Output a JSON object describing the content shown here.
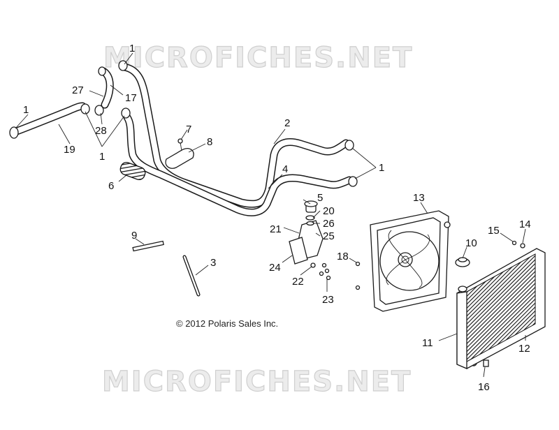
{
  "watermark_top": "MICROFICHES.NET",
  "watermark_bottom": "MICROFICHES.NET",
  "copyright": "© 2012 Polaris Sales Inc.",
  "callouts": [
    {
      "id": "c1a",
      "text": "1"
    },
    {
      "id": "c1b",
      "text": "1"
    },
    {
      "id": "c1c",
      "text": "1"
    },
    {
      "id": "c1d",
      "text": "1"
    },
    {
      "id": "c2",
      "text": "2"
    },
    {
      "id": "c3",
      "text": "3"
    },
    {
      "id": "c4",
      "text": "4"
    },
    {
      "id": "c5",
      "text": "5"
    },
    {
      "id": "c6",
      "text": "6"
    },
    {
      "id": "c7",
      "text": "7"
    },
    {
      "id": "c8",
      "text": "8"
    },
    {
      "id": "c9",
      "text": "9"
    },
    {
      "id": "c10",
      "text": "10"
    },
    {
      "id": "c11",
      "text": "11"
    },
    {
      "id": "c12",
      "text": "12"
    },
    {
      "id": "c13",
      "text": "13"
    },
    {
      "id": "c14",
      "text": "14"
    },
    {
      "id": "c15",
      "text": "15"
    },
    {
      "id": "c16",
      "text": "16"
    },
    {
      "id": "c17",
      "text": "17"
    },
    {
      "id": "c18",
      "text": "18"
    },
    {
      "id": "c19",
      "text": "19"
    },
    {
      "id": "c20",
      "text": "20"
    },
    {
      "id": "c21",
      "text": "21"
    },
    {
      "id": "c22",
      "text": "22"
    },
    {
      "id": "c23",
      "text": "23"
    },
    {
      "id": "c24",
      "text": "24"
    },
    {
      "id": "c25",
      "text": "25"
    },
    {
      "id": "c26",
      "text": "26"
    },
    {
      "id": "c27",
      "text": "27"
    },
    {
      "id": "c28",
      "text": "28"
    }
  ]
}
